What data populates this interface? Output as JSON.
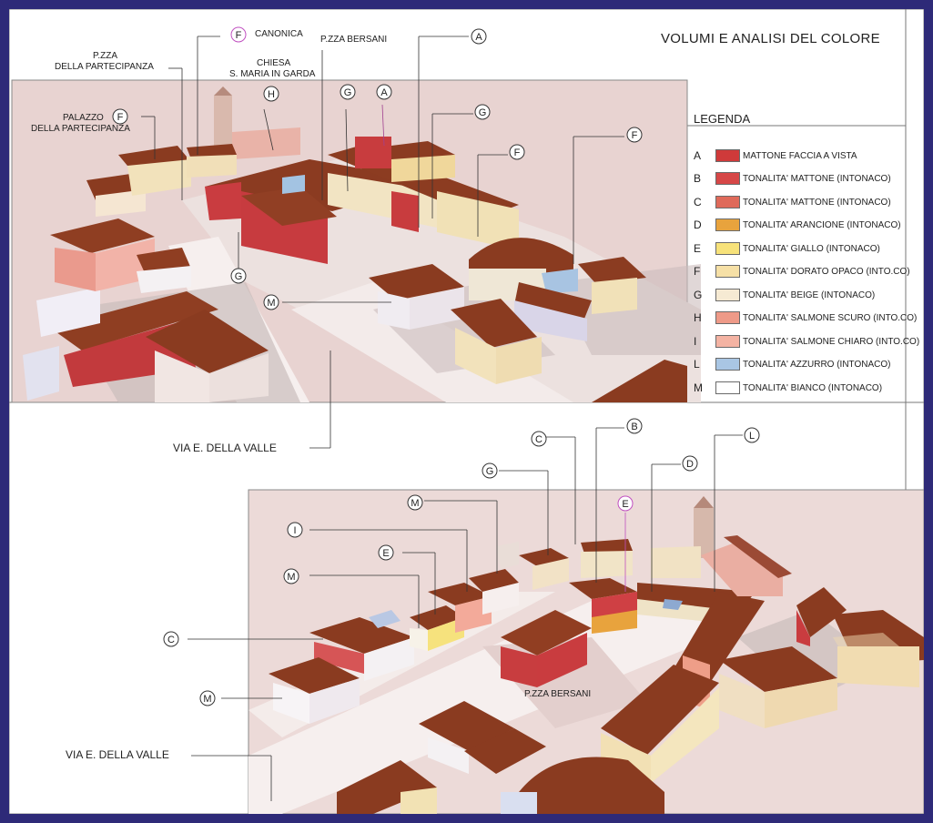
{
  "title": "VOLUMI E ANALISI DEL COLORE",
  "legend": {
    "heading": "LEGENDA",
    "items": [
      {
        "code": "A",
        "color": "#cf3a3a",
        "label": "MATTONE FACCIA A VISTA"
      },
      {
        "code": "B",
        "color": "#d64747",
        "label": "TONALITA' MATTONE (INTONACO)"
      },
      {
        "code": "C",
        "color": "#df6a5a",
        "label": "TONALITA' MATTONE (INTONACO)"
      },
      {
        "code": "D",
        "color": "#e8a33d",
        "label": "TONALITA' ARANCIONE (INTONACO)"
      },
      {
        "code": "E",
        "color": "#f7e27a",
        "label": "TONALITA' GIALLO (INTONACO)"
      },
      {
        "code": "F",
        "color": "#f6e0a6",
        "label": "TONALITA' DORATO OPACO (INTO.CO)"
      },
      {
        "code": "G",
        "color": "#f6ead3",
        "label": "TONALITA' BEIGE (INTONACO)"
      },
      {
        "code": "H",
        "color": "#ee9a88",
        "label": "TONALITA' SALMONE SCURO (INTO.CO)"
      },
      {
        "code": "I",
        "color": "#f4b3a3",
        "label": "TONALITA' SALMONE CHIARO (INTO.CO)"
      },
      {
        "code": "L",
        "color": "#a9c6e4",
        "label": "TONALITA' AZZURRO (INTONACO)"
      },
      {
        "code": "M",
        "color": "#ffffff",
        "label": "TONALITA' BIANCO (INTONACO)"
      }
    ]
  },
  "top_view": {
    "labels": {
      "canonica": "CANONICA",
      "piazza_bersani": "P.ZZA BERSANI",
      "pzza_partecipanza_1": "P.ZZA",
      "pzza_partecipanza_2": "DELLA PARTECIPANZA",
      "chiesa_1": "CHIESA",
      "chiesa_2": "S. MARIA IN GARDA",
      "palazzo_1": "PALAZZO",
      "palazzo_2": "DELLA PARTECIPANZA",
      "via": "VIA E. DELLA VALLE"
    },
    "markers": [
      "F",
      "H",
      "G",
      "A",
      "A",
      "G",
      "F",
      "F",
      "F",
      "G",
      "M"
    ]
  },
  "bottom_view": {
    "labels": {
      "piazza_bersani": "P.ZZA BERSANI",
      "via": "VIA E. DELLA VALLE"
    },
    "markers": [
      "B",
      "C",
      "L",
      "G",
      "D",
      "E",
      "M",
      "I",
      "E",
      "M",
      "C",
      "M"
    ]
  },
  "colors": {
    "frame": "#2e2a78",
    "roof": "#8b3d21",
    "ground": "#ecdad8",
    "shadow": "#c9bdbc"
  }
}
